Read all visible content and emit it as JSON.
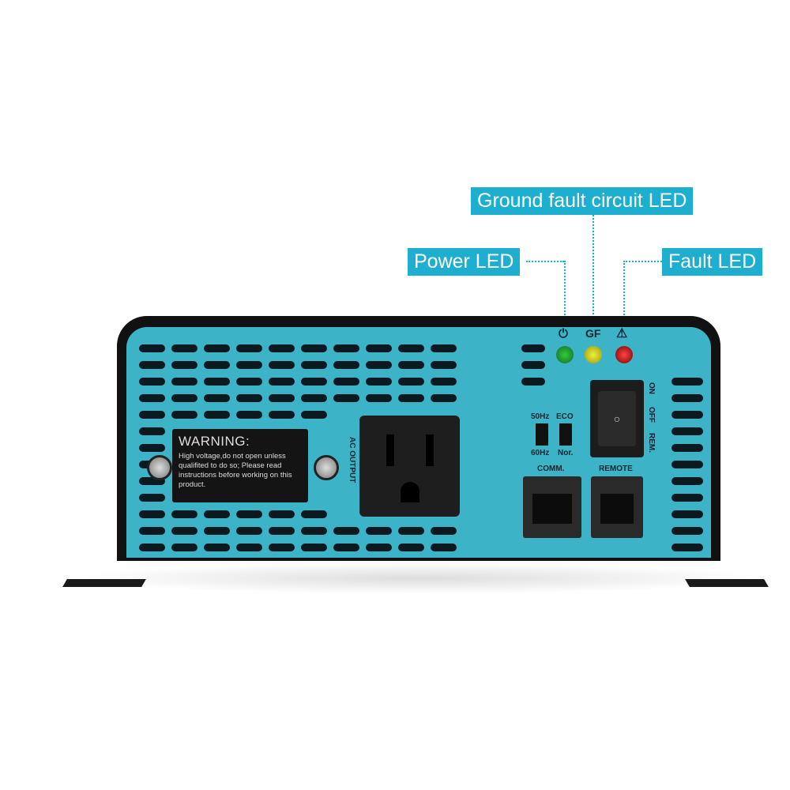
{
  "callouts": {
    "ground_fault": "Ground fault circuit LED",
    "power": "Power LED",
    "fault": "Fault LED"
  },
  "warning_label": {
    "title": "WARNING:",
    "body": "High voltage,do not open unless qualifited to do so; Please read instructions before working on this product."
  },
  "outlet_label": "AC OUTPUT",
  "led_labels": {
    "power_icon": "power-symbol",
    "gf": "GF",
    "fault_icon": "warning-triangle"
  },
  "switches": {
    "freq_top": "50Hz",
    "freq_bottom": "60Hz",
    "mode_top": "ECO",
    "mode_bottom": "Nor."
  },
  "rocker_labels": {
    "on": "ON",
    "off": "OFF",
    "rem": "REM."
  },
  "ports": {
    "comm": "COMM.",
    "remote": "REMOTE"
  },
  "colors": {
    "callout": "#1eaed0",
    "panel": "#3db3c8",
    "led_power": "#1a9a2a",
    "led_gf": "#c8c020",
    "led_fault": "#c01818"
  }
}
